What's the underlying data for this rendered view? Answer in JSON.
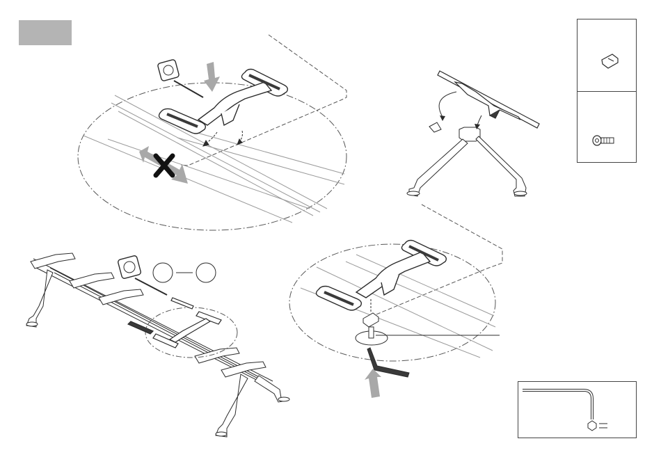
{
  "figure": {
    "step_marker_text": "",
    "parts": [
      "bracket-clip",
      "hex-bolt"
    ],
    "tool": "allen-key",
    "tool_symbol_text": ""
  },
  "colors": {
    "line": "#2b2b2b",
    "dashed": "#555555",
    "thin_line": "#9a9a9a",
    "arrow_gray": "#a8a8a8",
    "step_box": "#b4b4b4",
    "frame": "#444444",
    "dark_part": "#3a3a3a"
  }
}
